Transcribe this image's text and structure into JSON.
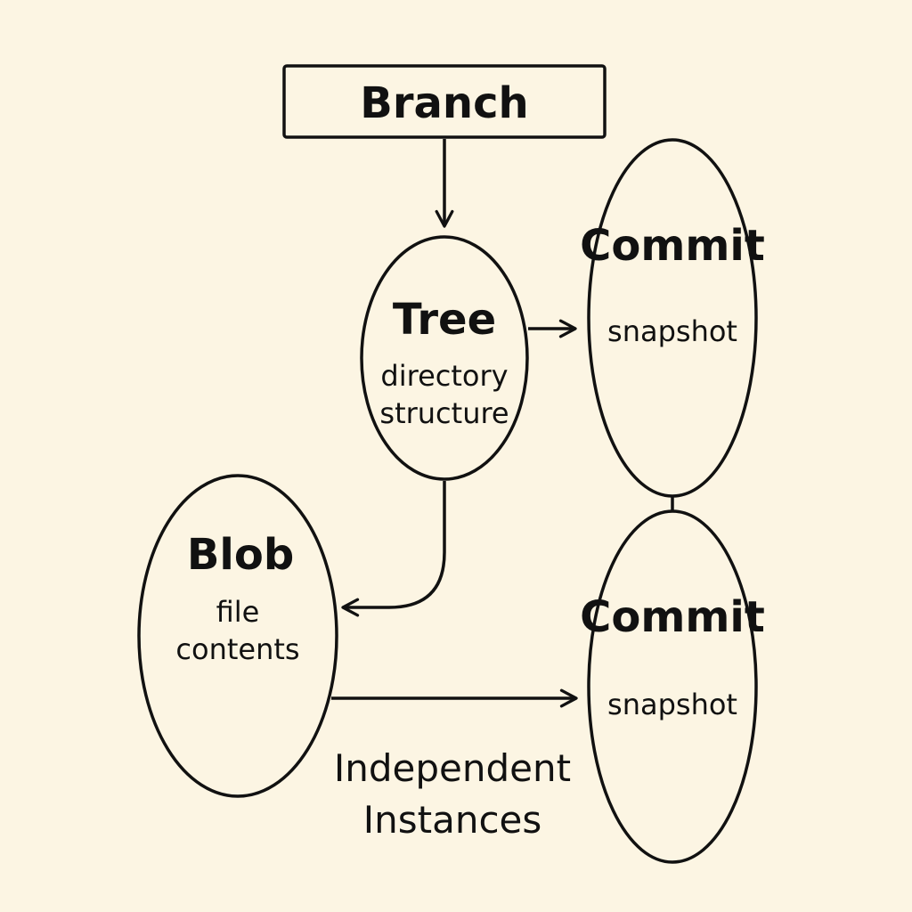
{
  "colors": {
    "background": "#fcf5e3",
    "stroke": "#111111"
  },
  "nodes": {
    "branch": {
      "label": "Branch"
    },
    "tree": {
      "label": "Tree",
      "desc_line1": "directory",
      "desc_line2": "structure"
    },
    "commit_top": {
      "label": "Commit",
      "desc": "snapshot"
    },
    "commit_bottom": {
      "label": "Commit",
      "desc": "snapshot"
    },
    "blob": {
      "label": "Blob",
      "desc_line1": "file",
      "desc_line2": "contents"
    }
  },
  "caption": {
    "line1": "Independent",
    "line2": "Instances"
  }
}
